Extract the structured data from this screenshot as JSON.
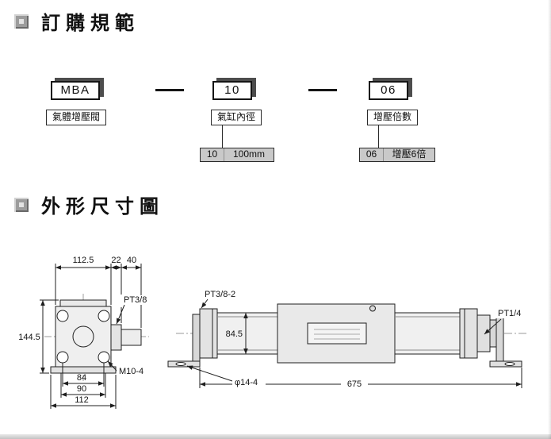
{
  "page": {
    "section1_title": "訂購規範",
    "section2_title": "外形尺寸圖"
  },
  "ordering": {
    "parts": [
      {
        "value": "MBA",
        "label": "氣體增壓閥"
      },
      {
        "value": "10",
        "label": "氣缸內徑",
        "detail_code": "10",
        "detail_text": "100mm"
      },
      {
        "value": "06",
        "label": "增壓倍數",
        "detail_code": "06",
        "detail_text": "增壓6倍"
      }
    ]
  },
  "drawing": {
    "front": {
      "dim_width": "112.5",
      "dim_step": "22",
      "dim_port": "40",
      "dim_height": "144.5",
      "label_port": "PT3/8",
      "label_bolt": "M10-4",
      "dim_bolt_pitch": "84",
      "dim_slot_pitch": "90",
      "dim_base": "112"
    },
    "side": {
      "label_ports": "PT3/8-2",
      "dim_height": "84.5",
      "label_port_right": "PT1/4",
      "label_foot_hole": "φ14-4",
      "dim_length": "675"
    }
  }
}
